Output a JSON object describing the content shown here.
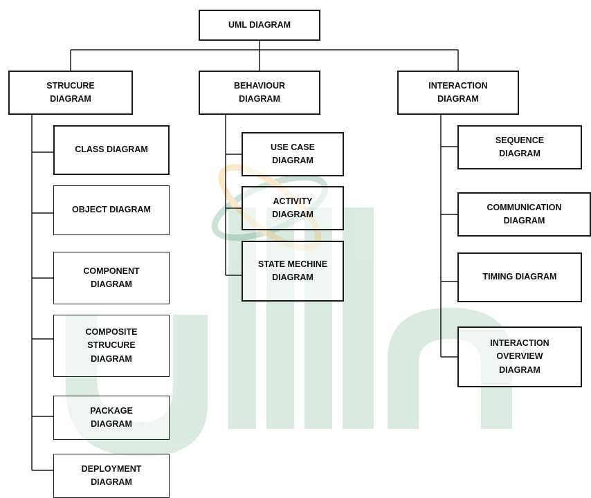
{
  "root": {
    "label": "UML DIAGRAM"
  },
  "categories": [
    {
      "label": "STRUCURE\nDIAGRAM",
      "children": [
        "CLASS DIAGRAM",
        "OBJECT DIAGRAM",
        "COMPONENT\nDIAGRAM",
        "COMPOSITE\nSTRUCURE\nDIAGRAM",
        "PACKAGE\nDIAGRAM",
        "DEPLOYMENT\nDIAGRAM"
      ]
    },
    {
      "label": "BEHAVIOUR\nDIAGRAM",
      "children": [
        "USE CASE\nDIAGRAM",
        "ACTIVITY\nDIAGRAM",
        "STATE MECHINE\nDIAGRAM"
      ]
    },
    {
      "label": "INTERACTION\nDIAGRAM",
      "children": [
        "SEQUENCE\nDIAGRAM",
        "COMMUNICATION\nDIAGRAM",
        "TIMING DIAGRAM",
        "INTERACTION\nOVERVIEW\nDIAGRAM"
      ]
    }
  ],
  "colors": {
    "line": "#1a1a1a",
    "watermark_green": "#3c8f5e",
    "watermark_orange": "#f0a830"
  }
}
